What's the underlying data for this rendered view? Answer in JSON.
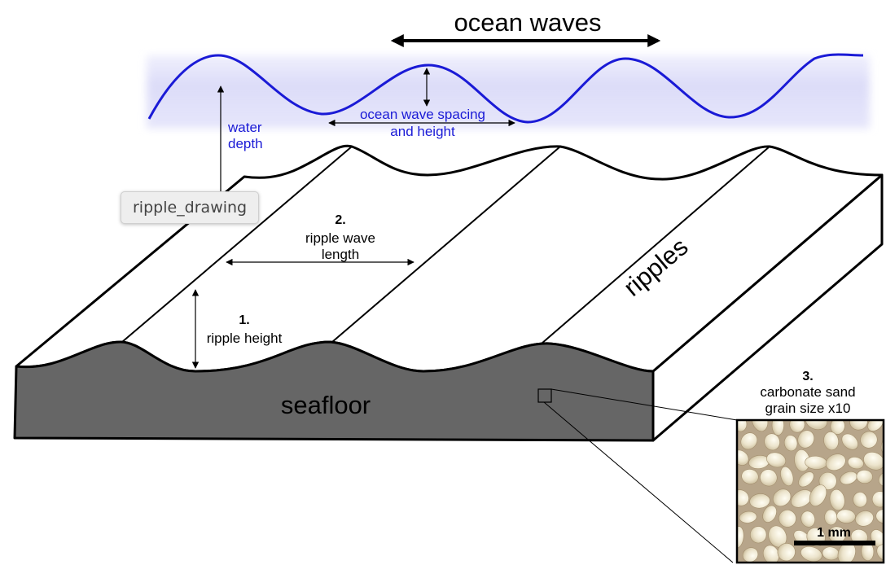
{
  "title": "ocean waves",
  "ocean_wave_spacing": {
    "line1": "ocean wave spacing",
    "line2": "and height"
  },
  "water_depth": {
    "line1": "water",
    "line2": "depth"
  },
  "ripple_wave_length": {
    "number": "2.",
    "line1": "ripple wave",
    "line2": "length"
  },
  "ripple_height": {
    "number": "1.",
    "line1": "ripple height"
  },
  "ripples": "ripples",
  "seafloor": "seafloor",
  "sand": {
    "number": "3.",
    "line1": "carbonate sand",
    "line2": "grain size x10",
    "scale": "1 mm"
  },
  "tooltip": "ripple_drawing",
  "colors": {
    "wave": "#1a1ad6",
    "wave_label": "#1a1ad6",
    "seafloor": "#666666",
    "sand_photo": "#b7a58a"
  }
}
